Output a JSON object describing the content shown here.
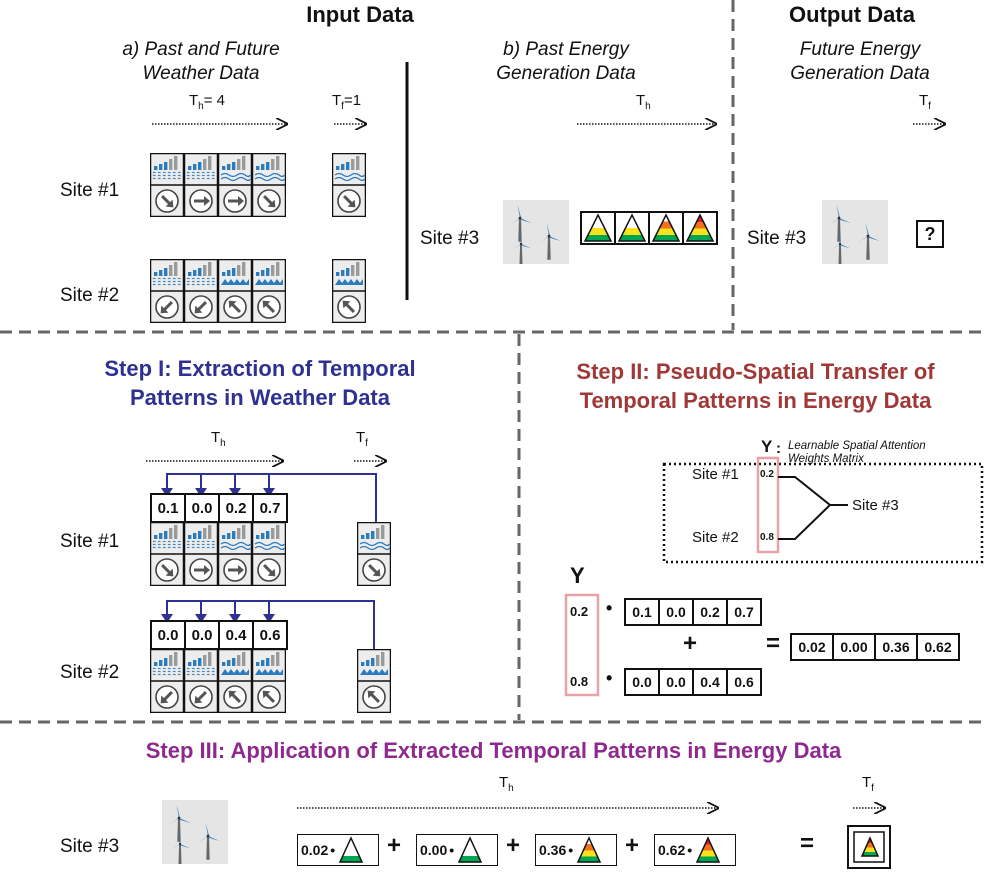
{
  "header": {
    "input_title": "Input Data",
    "output_title": "Output Data",
    "weather_title_1": "a) Past and Future",
    "weather_title_2": "Weather Data",
    "energy_title_1": "b) Past Energy",
    "energy_title_2": "Generation Data",
    "future_title_1": "Future Energy",
    "future_title_2": "Generation Data"
  },
  "time": {
    "th": "T",
    "th_sub": "h",
    "th_value": "= 4",
    "tf": "T",
    "tf_sub": "f",
    "tf_value": "=1"
  },
  "sites": {
    "site1": "Site #1",
    "site2": "Site #2",
    "site3": "Site #3"
  },
  "unknown_marker": "?",
  "step1": {
    "title_1": "Step I: Extraction of Temporal",
    "title_2": "Patterns in Weather Data",
    "site1_weights": [
      "0.1",
      "0.0",
      "0.2",
      "0.7"
    ],
    "site2_weights": [
      "0.0",
      "0.0",
      "0.4",
      "0.6"
    ]
  },
  "step2": {
    "title_1": "Step II: Pseudo-Spatial Transfer of",
    "title_2": "Temporal Patterns in Energy Data",
    "y_symbol": "Y",
    "y_desc_1": "Learnable Spatial Attention",
    "y_desc_2": "Weights Matrix",
    "y_values": [
      "0.2",
      "0.8"
    ],
    "row1": [
      "0.1",
      "0.0",
      "0.2",
      "0.7"
    ],
    "row2": [
      "0.0",
      "0.0",
      "0.4",
      "0.6"
    ],
    "result": [
      "0.02",
      "0.00",
      "0.36",
      "0.62"
    ],
    "dot": "•",
    "plus": "+",
    "equals": "="
  },
  "step3": {
    "title": "Step III: Application of Extracted Temporal Patterns in Energy Data",
    "terms": [
      "0.02",
      "0.00",
      "0.36",
      "0.62"
    ]
  },
  "colors": {
    "step1": "#2e3192",
    "step2": "#a03838",
    "step3": "#8e2a8e",
    "attention_box": "#e9a0a6",
    "weather_blue": "#2b7bbf"
  }
}
